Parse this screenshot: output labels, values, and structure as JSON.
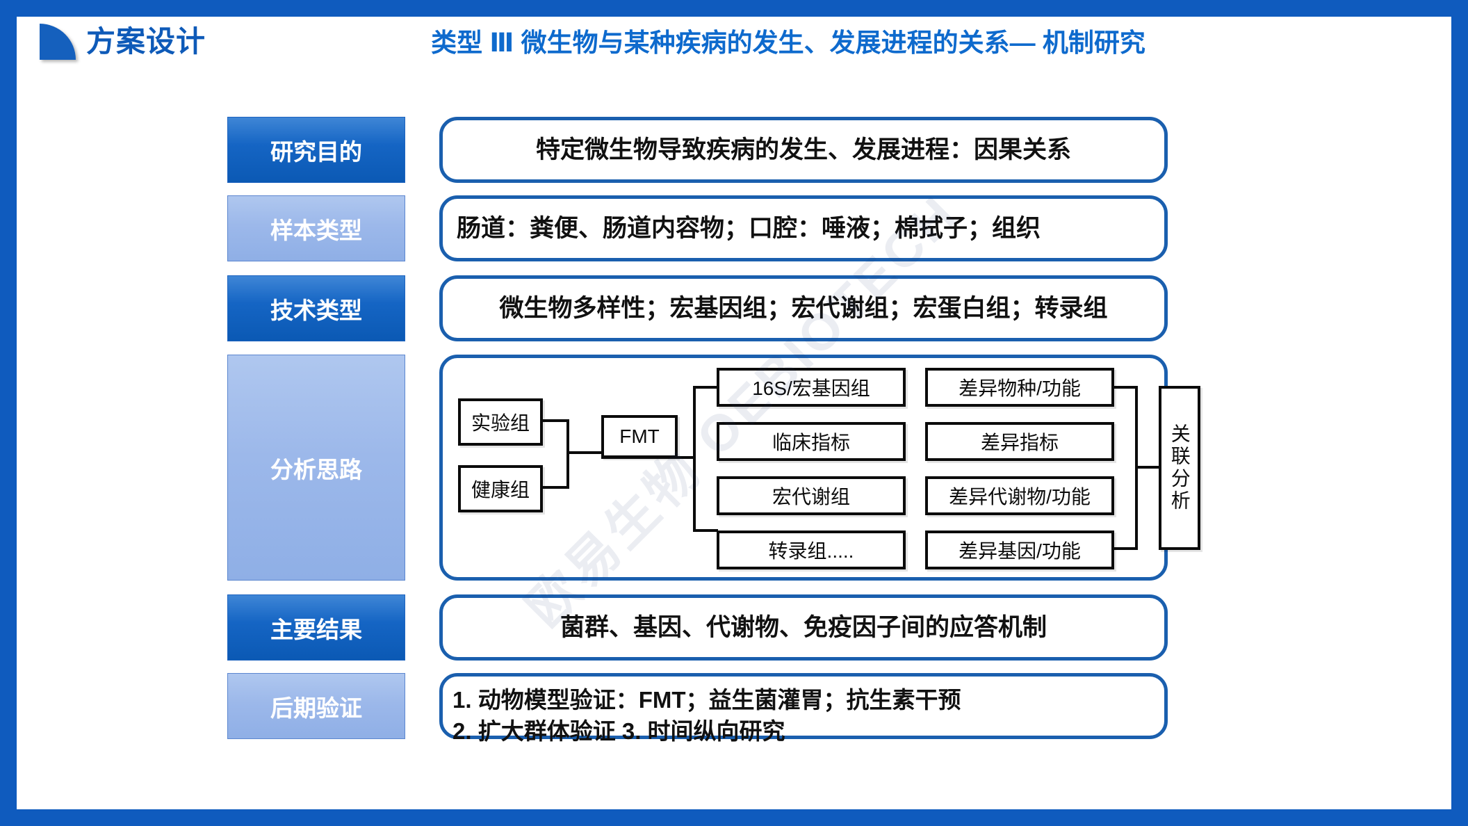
{
  "brand": {
    "logo_icon": "quarter-circle-logo-icon",
    "logo_text": "方案设计",
    "accent_blue": "#0F5BBE",
    "title_blue": "#0E6ACD"
  },
  "header": {
    "title": "类型 Ⅲ 微生物与某种疾病的发生、发展进程的关系— 机制研究"
  },
  "watermark": {
    "text": "欧易生物 OEBIOTECH"
  },
  "rows": [
    {
      "label": "研究目的",
      "style": "dark",
      "content": "特定微生物导致疾病的发生、发展进程：因果关系",
      "align": "center"
    },
    {
      "label": "样本类型",
      "style": "light",
      "content": "肠道：粪便、肠道内容物；口腔：唾液；棉拭子；组织",
      "align": "left"
    },
    {
      "label": "技术类型",
      "style": "dark",
      "content": "微生物多样性；宏基因组；宏代谢组；宏蛋白组；转录组",
      "align": "center"
    },
    {
      "label": "分析思路",
      "style": "light",
      "content": "",
      "align": "diagram"
    },
    {
      "label": "主要结果",
      "style": "dark",
      "content": "菌群、基因、代谢物、免疫因子间的应答机制",
      "align": "center"
    },
    {
      "label": "后期验证",
      "style": "light",
      "content": "",
      "align": "lines",
      "lines": [
        "1. 动物模型验证：FMT；益生菌灌胃；抗生素干预",
        "2. 扩大群体验证   3. 时间纵向研究"
      ]
    }
  ],
  "diagram": {
    "groups": [
      "实验组",
      "健康组"
    ],
    "intervention": "FMT",
    "omics": [
      "16S/宏基因组",
      "临床指标",
      "宏代谢组",
      "转录组....."
    ],
    "results": [
      "差异物种/功能",
      "差异指标",
      "差异代谢物/功能",
      "差异基因/功能"
    ],
    "integration": "关联分析"
  }
}
